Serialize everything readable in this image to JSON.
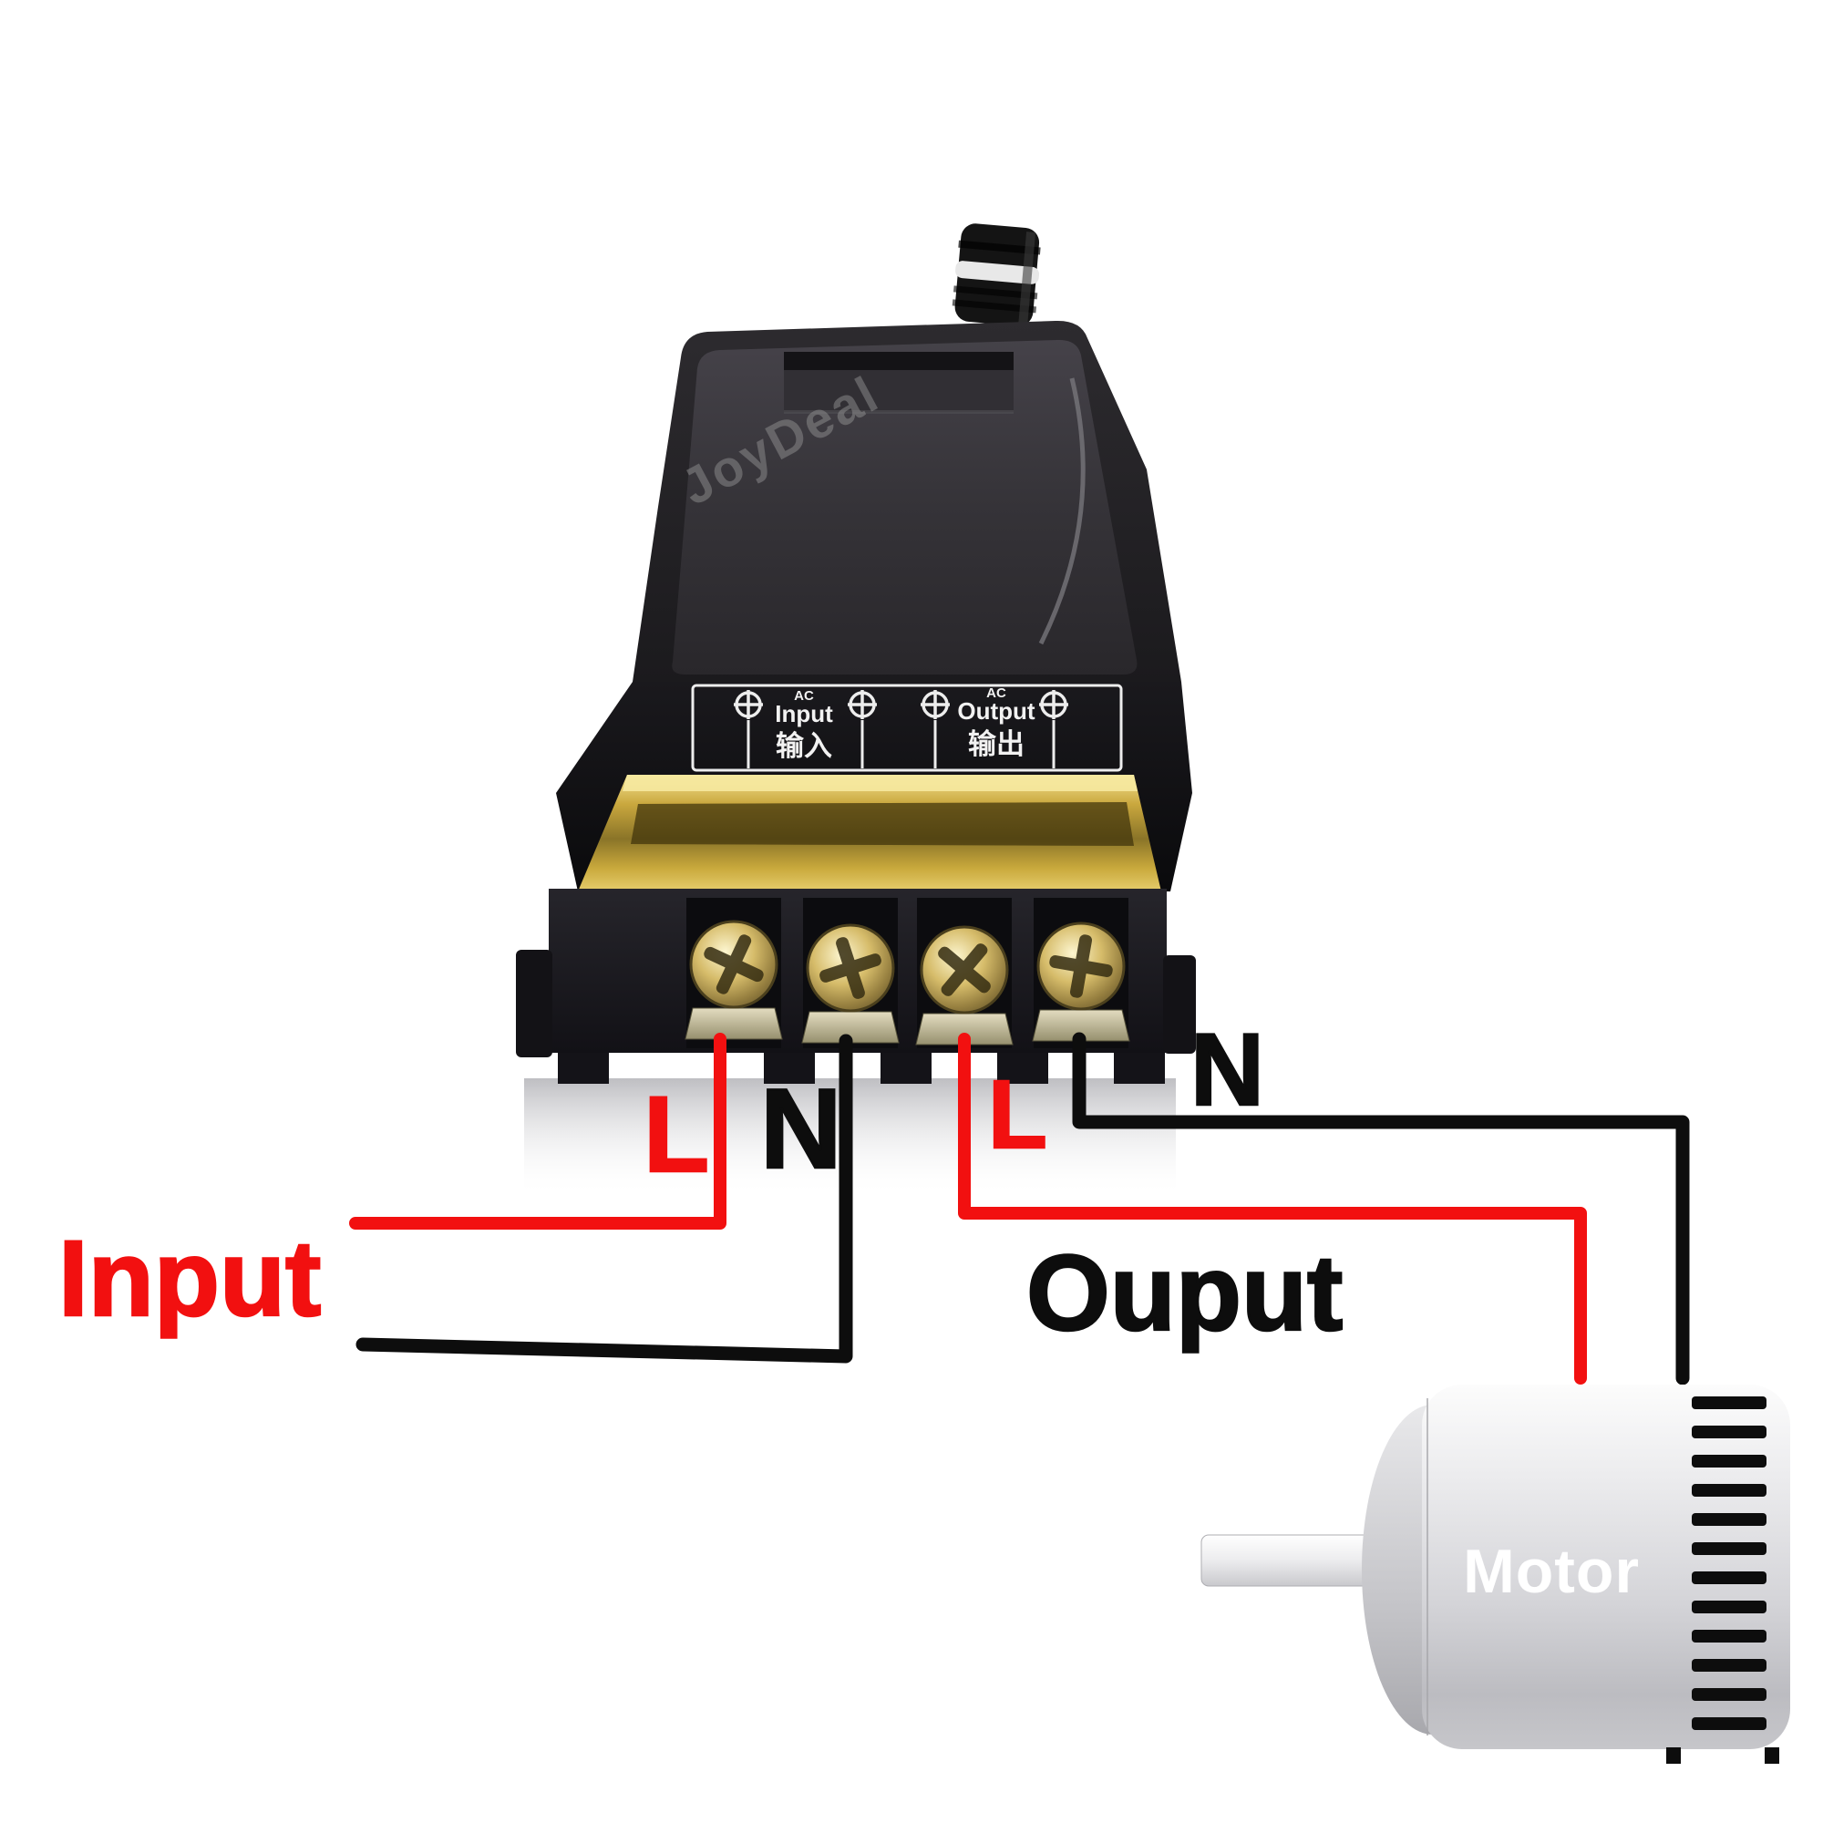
{
  "device": {
    "panel": {
      "input_ac": "AC",
      "input_en": "Input",
      "input_cn": "输入",
      "output_ac": "AC",
      "output_en": "Output",
      "output_cn": "输出"
    },
    "watermark": "JoyDeal"
  },
  "wiring": {
    "input_title": "Input",
    "output_title": "Ouput",
    "input_live": "L",
    "input_neutral": "N",
    "output_live": "L",
    "output_neutral": "N",
    "live_color": "#f21010",
    "neutral_color": "#0d0d0d"
  },
  "motor": {
    "label": "Motor"
  }
}
